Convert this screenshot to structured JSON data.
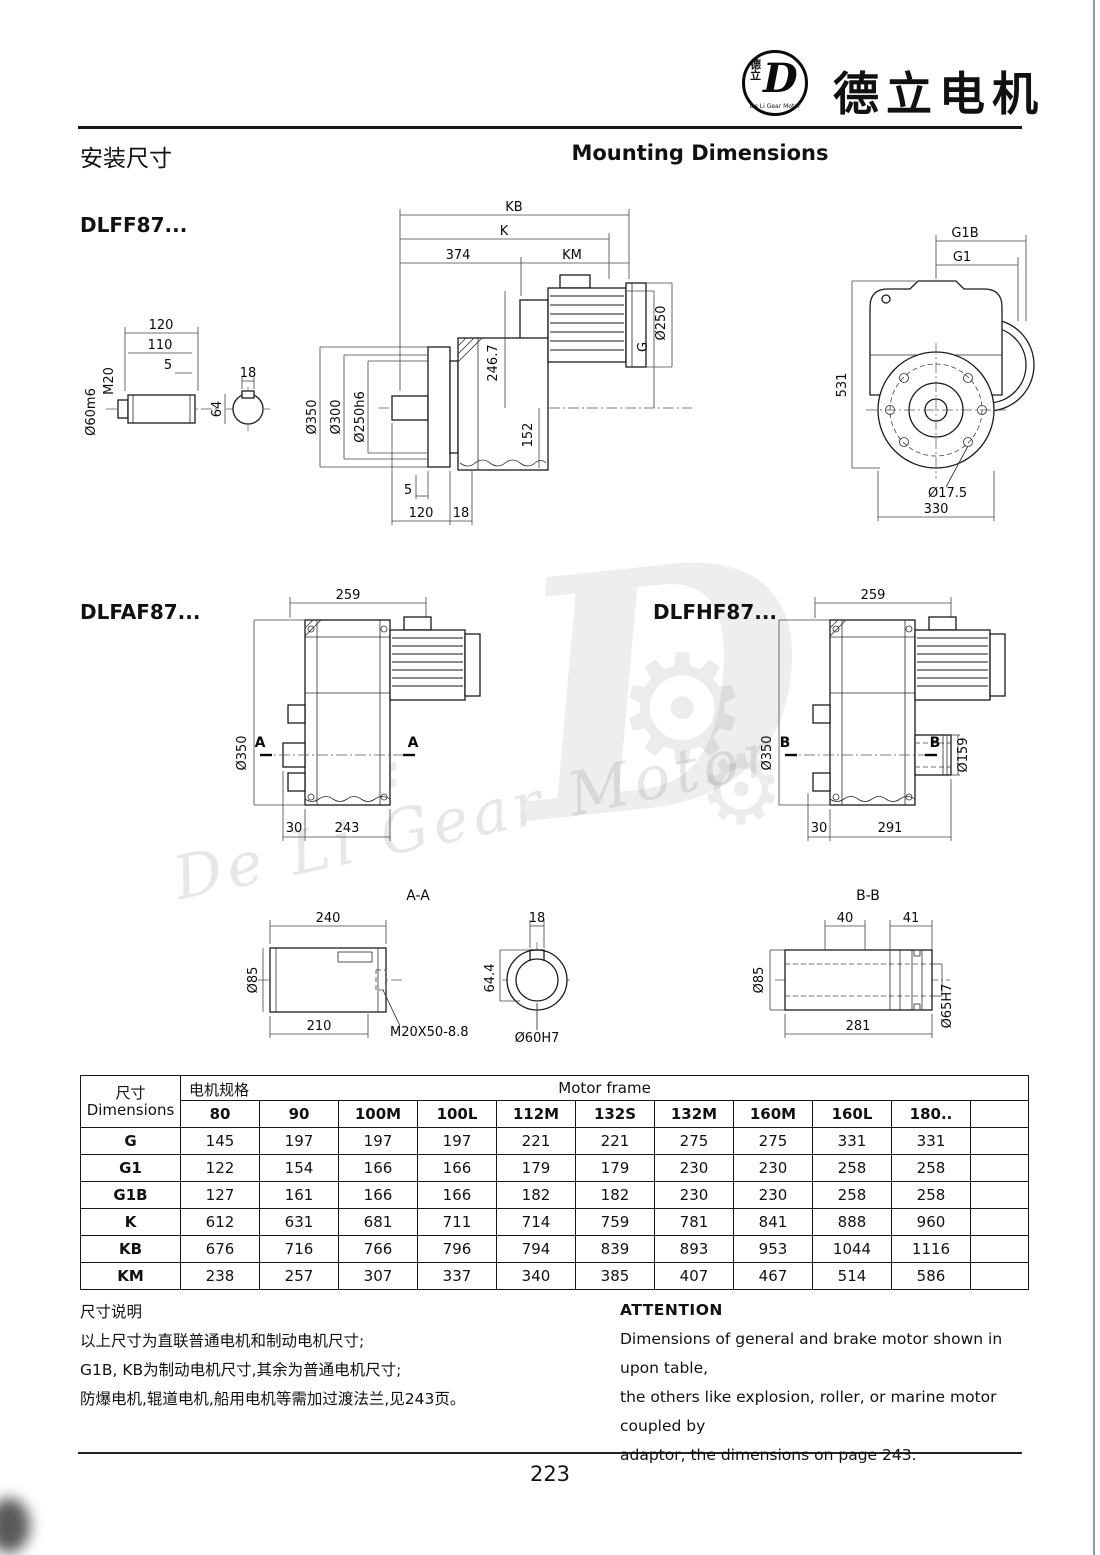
{
  "header": {
    "brand": "德立电机",
    "logo_d": "D",
    "logo_cn": "德立",
    "logo_sub": "De Li Gear Motor"
  },
  "titles": {
    "cn": "安装尺寸",
    "en": "Mounting Dimensions"
  },
  "watermark": {
    "letter": "D",
    "text": "De Li Gear Motor",
    "gear_glyph": "⚙"
  },
  "dlff87": {
    "label": "DLFF87...",
    "dims": {
      "kb": "KB",
      "k": "K",
      "len374": "374",
      "km": "KM",
      "len120_top": "120",
      "len110": "110",
      "len5_top": "5",
      "m20": "M20",
      "d60m6": "Ø60m6",
      "len18_key": "18",
      "len64": "64",
      "d350": "Ø350",
      "d300": "Ø300",
      "d250h6": "Ø250h6",
      "len246_7": "246.7",
      "len152": "152",
      "g": "G",
      "d250": "Ø250",
      "len5_bot": "5",
      "len120_bot": "120",
      "len18_bot": "18",
      "len531": "531",
      "g1b": "G1B",
      "g1": "G1",
      "d17_5": "Ø17.5",
      "len330": "330"
    }
  },
  "dlfaf87": {
    "label": "DLFAF87...",
    "dims": {
      "len259": "259",
      "d350": "Ø350",
      "section": "A",
      "len30": "30",
      "len243": "243"
    }
  },
  "dlfhf87": {
    "label": "DLFHF87...",
    "dims": {
      "len259": "259",
      "d350": "Ø350",
      "section": "B",
      "d159": "Ø159",
      "len30": "30",
      "len291": "291"
    }
  },
  "section_aa": {
    "label": "A-A",
    "dims": {
      "len240": "240",
      "len18": "18",
      "d85": "Ø85",
      "len64_4": "64.4",
      "len210": "210",
      "thread": "M20X50-8.8",
      "d60h7": "Ø60H7"
    }
  },
  "section_bb": {
    "label": "B-B",
    "dims": {
      "len40": "40",
      "len41": "41",
      "d85": "Ø85",
      "len281": "281",
      "d65h7": "Ø65H7"
    }
  },
  "table": {
    "dim_cn": "尺寸",
    "dim_en": "Dimensions",
    "motor_cn": "电机规格",
    "motor_en": "Motor frame",
    "columns": [
      "80",
      "90",
      "100M",
      "100L",
      "112M",
      "132S",
      "132M",
      "160M",
      "160L",
      "180.."
    ],
    "rows": [
      {
        "label": "G",
        "values": [
          "145",
          "197",
          "197",
          "197",
          "221",
          "221",
          "275",
          "275",
          "331",
          "331"
        ]
      },
      {
        "label": "G1",
        "values": [
          "122",
          "154",
          "166",
          "166",
          "179",
          "179",
          "230",
          "230",
          "258",
          "258"
        ]
      },
      {
        "label": "G1B",
        "values": [
          "127",
          "161",
          "166",
          "166",
          "182",
          "182",
          "230",
          "230",
          "258",
          "258"
        ]
      },
      {
        "label": "K",
        "values": [
          "612",
          "631",
          "681",
          "711",
          "714",
          "759",
          "781",
          "841",
          "888",
          "960"
        ]
      },
      {
        "label": "KB",
        "values": [
          "676",
          "716",
          "766",
          "796",
          "794",
          "839",
          "893",
          "953",
          "1044",
          "1116"
        ]
      },
      {
        "label": "KM",
        "values": [
          "238",
          "257",
          "307",
          "337",
          "340",
          "385",
          "407",
          "467",
          "514",
          "586"
        ]
      }
    ]
  },
  "notes": {
    "title": "尺寸说明",
    "lines": [
      "以上尺寸为直联普通电机和制动电机尺寸;",
      "G1B, KB为制动电机尺寸,其余为普通电机尺寸;",
      "防爆电机,辊道电机,船用电机等需加过渡法兰,见243页。"
    ]
  },
  "attention": {
    "title": "ATTENTION",
    "lines": [
      "Dimensions of general and brake motor shown in upon table,",
      "the others like explosion, roller, or marine motor coupled by",
      "adaptor, the dimensions on page 243."
    ]
  },
  "footer": {
    "page_number": "223"
  }
}
